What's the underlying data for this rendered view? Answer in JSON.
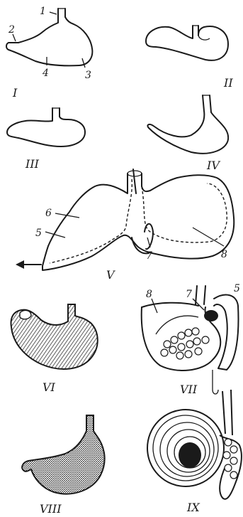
{
  "figure": {
    "panels": [
      {
        "id": "panel-1",
        "label": "I"
      },
      {
        "id": "panel-2",
        "label": "II"
      },
      {
        "id": "panel-3",
        "label": "III"
      },
      {
        "id": "panel-4",
        "label": "IV"
      },
      {
        "id": "panel-5",
        "label": "V"
      },
      {
        "id": "panel-6",
        "label": "VI"
      },
      {
        "id": "panel-7",
        "label": "VII"
      },
      {
        "id": "panel-8",
        "label": "VIII"
      },
      {
        "id": "panel-9",
        "label": "IX"
      }
    ],
    "callouts": {
      "c1": "1",
      "c2": "2",
      "c3": "3",
      "c4": "4",
      "c5": "5",
      "c6": "6",
      "c7": "7",
      "c8": "8",
      "c7b": "7",
      "c8b": "8",
      "c9b": "5"
    }
  }
}
